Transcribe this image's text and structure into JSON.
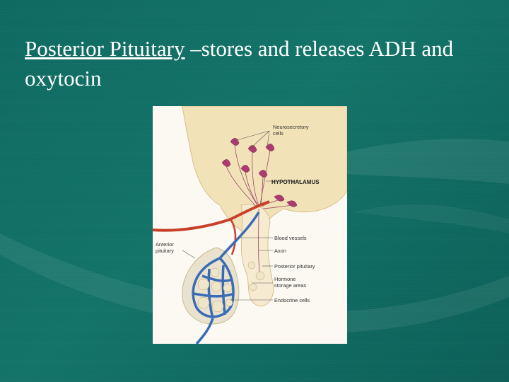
{
  "slide": {
    "title_link": "Posterior Pituitary",
    "title_rest": " –stores and releases ADH and oxytocin"
  },
  "figure": {
    "labels": {
      "neurosecretory_1": "Neurosecretory",
      "neurosecretory_2": "cells",
      "hypothalamus": "HYPOTHALAMUS",
      "anterior_1": "Anterior",
      "anterior_2": "pituitary",
      "blood_vessels": "Blood vessels",
      "axon": "Axon",
      "posterior": "Posterior pituitary",
      "hormone_1": "Hormone",
      "hormone_2": "storage areas",
      "endocrine": "Endocrine cells"
    }
  },
  "colors": {
    "background": "#0f6b62",
    "text": "#ffffff",
    "hypothalamus": "#f2e2b8",
    "cell": "#b03a70",
    "artery": "#c8402a",
    "vein": "#3a6bb5"
  }
}
